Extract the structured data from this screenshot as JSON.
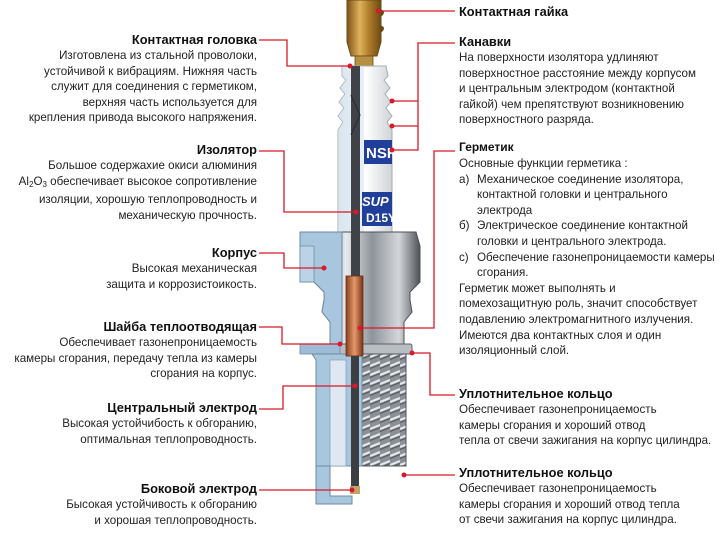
{
  "left_labels": [
    {
      "title": "Контактная головка",
      "lines": [
        "Изготовлена из стальной проволоки,",
        "устойчивой к вибрациям. Нижняя часть",
        "служит для соединения с герметиком,",
        "верхняя часть используется для",
        "крепления привода высокого напряжения."
      ]
    },
    {
      "title": "Изолятор",
      "lines": [
        "Большое содержахие окиси алюминия",
        "обеспечивает высокое сопротивление",
        "изоляции, хорошую теплопроводность и",
        "механическую прочность."
      ],
      "formula": {
        "base1": "Al",
        "sub1": "2",
        "base2": "O",
        "sub2": "3"
      }
    },
    {
      "title": "Корпус",
      "lines": [
        "Высокая механическая",
        "защита и коррозистоикость."
      ]
    },
    {
      "title": "Шайба теплоотводящая",
      "lines": [
        "Обеспечивает газонепроницаемость",
        "камеры сгорания, передачу тепла из камеры",
        "сгорания на корпус."
      ]
    },
    {
      "title": "Центральный электрод",
      "lines": [
        "Высокая устойчибость к обгоранию,",
        "оптимальная теплопроводность."
      ]
    },
    {
      "title": "Боковой электрод",
      "lines": [
        "Бысокая устойчивость к обгоранию",
        "и хорошая теплопроводность."
      ]
    }
  ],
  "right_labels": {
    "nut": {
      "title": "Контактная гайка"
    },
    "grooves": {
      "title": "Канавки",
      "lines": [
        "На поверхности изолятора удлиняют",
        "поверхностное расстояние между корпусом",
        "и центральным электродом (контактной",
        "гайкой) чем препятствуют возникновению",
        "поверхностного разряда."
      ]
    },
    "sealant": {
      "title": "Герметик",
      "intro": "Основные функции герметика :",
      "items": [
        {
          "mark": "a)",
          "text": "Механическое соединение изолятора, контактной головки и центрального электрода"
        },
        {
          "mark": "б)",
          "text": "Электрическое соединение контактной головки и центрального электрода."
        },
        {
          "mark": "c)",
          "text": "Обеспечение газонепроницаемости камеры сгорания."
        }
      ],
      "outro": [
        "Герметик может выполнять и",
        "помехозащитную роль, значит способствует",
        "подавлению электромагнитного излучения.",
        "Имеются два контактных слоя и один",
        "изоляционный слой."
      ]
    },
    "seal_ring_1": {
      "title": "Уплотнительное кольцо",
      "lines": [
        "Обеспечивает газонепроницаемость",
        "камеры сгорания и хороший отвод",
        "тепла от свечи зажигания на корпус цилиндра."
      ]
    },
    "seal_ring_2": {
      "title": "Уплотнительное кольцо",
      "lines": [
        "Обеспечивает газонепроницаемость",
        "камеры сгорания и хороший отвод тепла",
        "от свечи зажигания на корпус цилиндра."
      ]
    }
  },
  "plug_text": {
    "brand": "NSK",
    "model_top": "SUP",
    "model_bottom": "D15Y"
  },
  "colors": {
    "leader": "#d8192a",
    "nut": "#c7952e",
    "steel": "#9ba0a6",
    "cutaway": "#a9c6df",
    "sealant": "#c8643a"
  }
}
